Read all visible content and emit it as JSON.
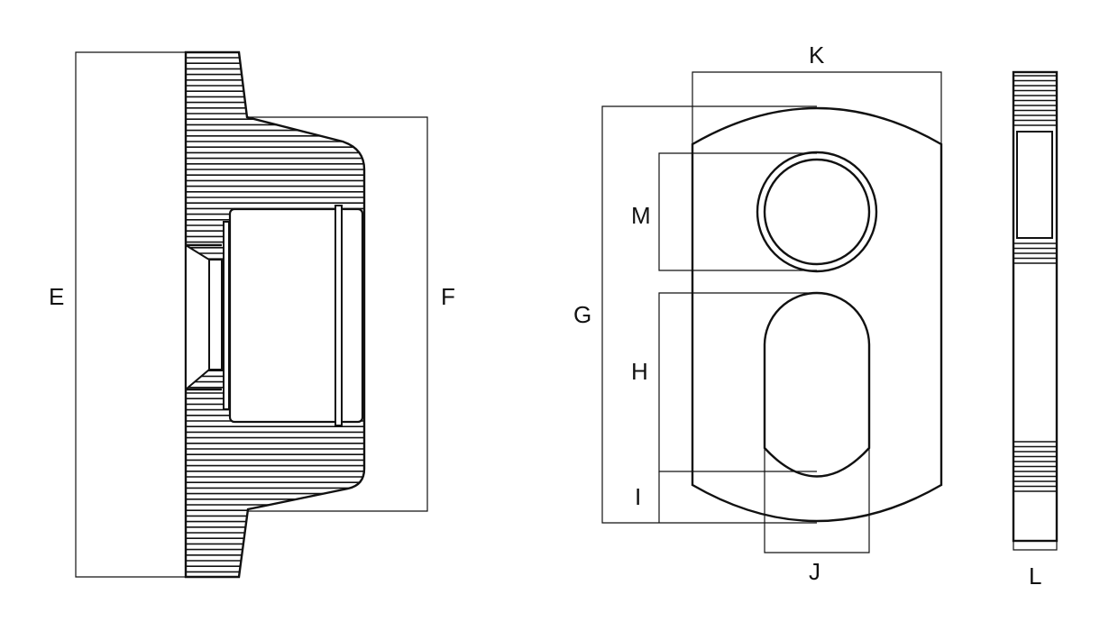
{
  "dimension_labels": {
    "E": "E",
    "F": "F",
    "G": "G",
    "H": "H",
    "I": "I",
    "J": "J",
    "K": "K",
    "L": "L",
    "M": "M"
  }
}
